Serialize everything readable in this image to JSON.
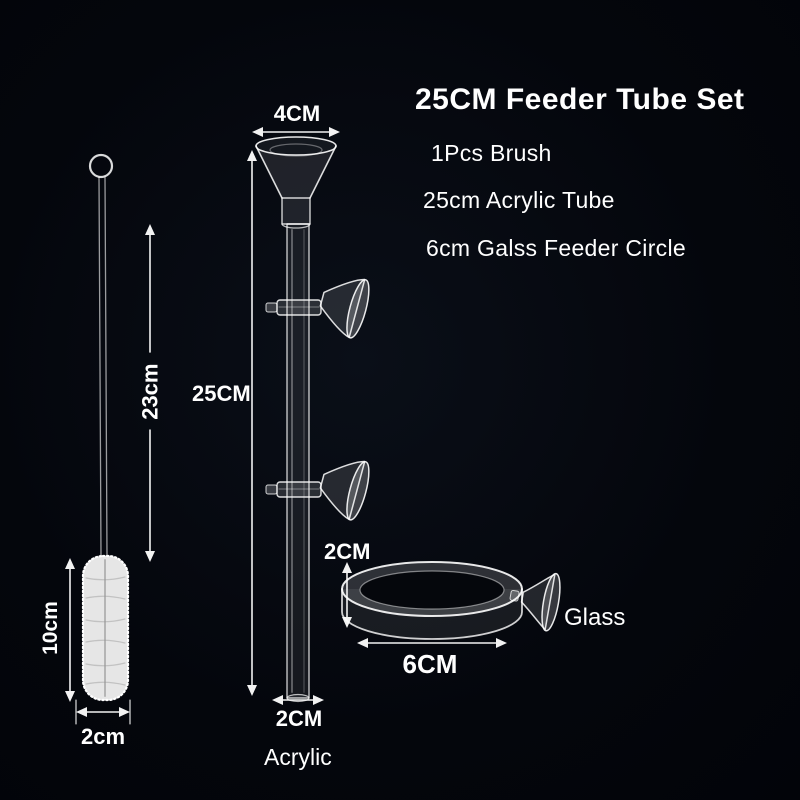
{
  "title": "25CM Feeder Tube Set",
  "features": {
    "line1": "1Pcs Brush",
    "line2": "25cm Acrylic Tube",
    "line3": "6cm Galss Feeder Circle"
  },
  "tube": {
    "top_diameter": "4CM",
    "length": "25CM",
    "bottom_diameter": "2CM",
    "material_label": "Acrylic"
  },
  "brush": {
    "total_length": "23cm",
    "head_length": "10cm",
    "head_width": "2cm"
  },
  "feeder_circle": {
    "height": "2CM",
    "diameter": "6CM",
    "material_label": "Glass"
  },
  "colors": {
    "background": "#04060c",
    "text": "#ffffff"
  }
}
